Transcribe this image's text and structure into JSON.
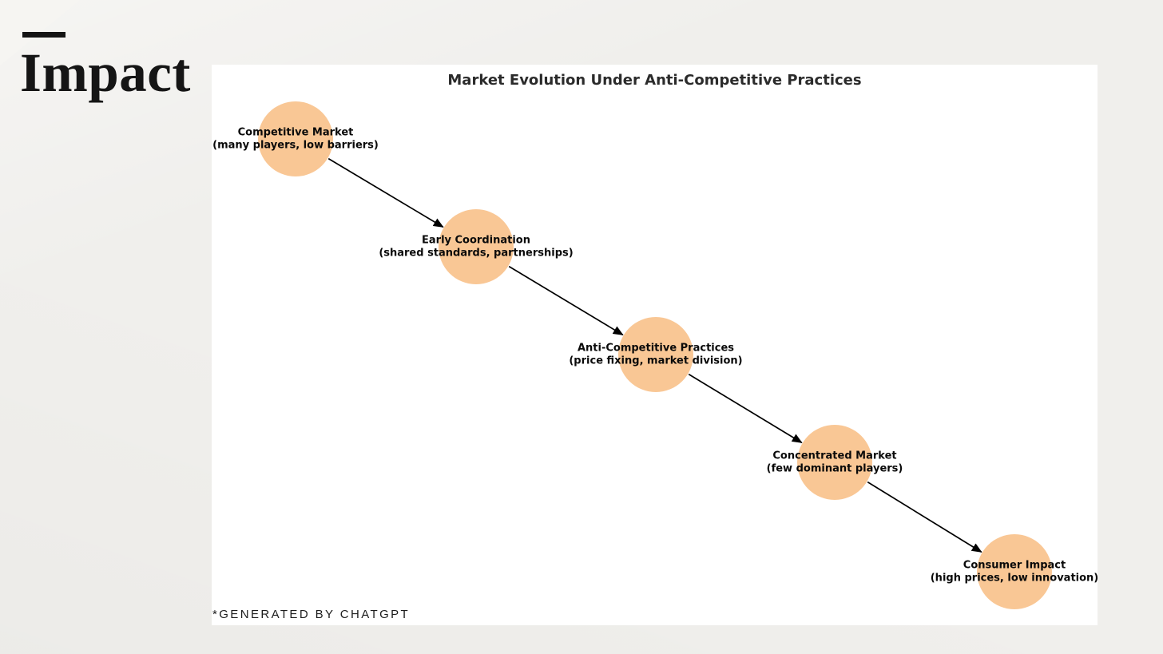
{
  "page": {
    "heading": "Impact",
    "background_color": "#f0efec"
  },
  "figure": {
    "title": "Market Evolution Under Anti-Competitive Practices",
    "attribution": "*GENERATED BY CHATGPT",
    "node_color": "#F9C795",
    "arrow_color": "#000000",
    "nodes": [
      {
        "title": "Competitive Market",
        "subtitle": "(many players, low barriers)"
      },
      {
        "title": "Early Coordination",
        "subtitle": "(shared standards, partnerships)"
      },
      {
        "title": "Anti-Competitive Practices",
        "subtitle": "(price fixing, market division)"
      },
      {
        "title": "Concentrated Market",
        "subtitle": "(few dominant players)"
      },
      {
        "title": "Consumer Impact",
        "subtitle": "(high prices, low innovation)"
      }
    ]
  }
}
